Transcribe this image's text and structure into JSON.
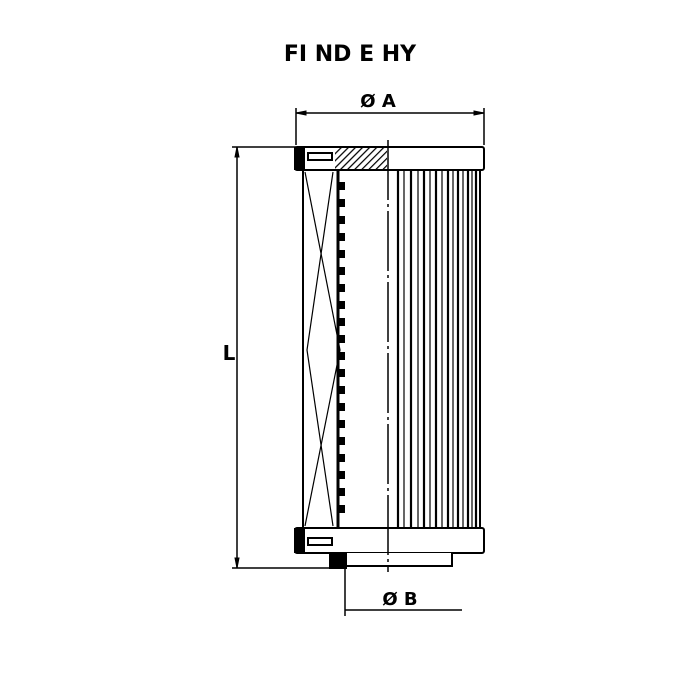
{
  "title": "FI ND E HY",
  "dimensions": {
    "diameter_a": "Ø A",
    "diameter_b": "Ø B",
    "length": "L"
  },
  "colors": {
    "line": "#000000",
    "background": "#ffffff"
  }
}
